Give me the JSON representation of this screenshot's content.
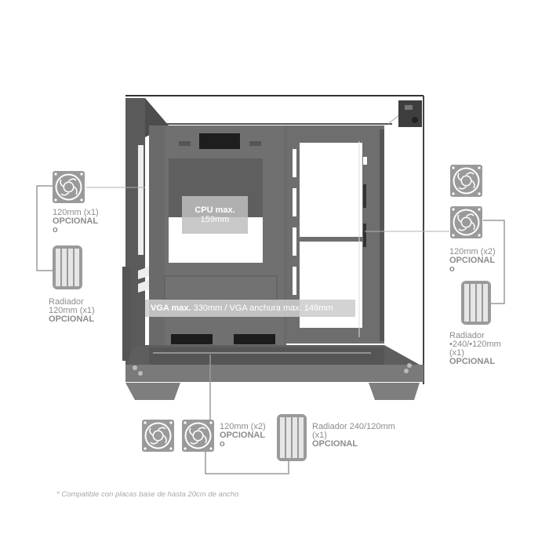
{
  "diagram": {
    "cpu_label": {
      "title": "CPU max.",
      "value": "159mm"
    },
    "vga_label": {
      "title": "VGA max.",
      "value": "330mm / VGA anchura max. 149mm"
    },
    "left_group": {
      "fan": {
        "size": "120mm (x1)",
        "status": "OPCIONAL",
        "suffix": "o",
        "icon": "fan-icon"
      },
      "radiator": {
        "line1": "Radiador",
        "line2": "120mm (x1)",
        "status": "OPCIONAL",
        "icon": "radiator-icon"
      }
    },
    "right_group": {
      "fan": {
        "size": "120mm (x2)",
        "status": "OPCIONAL",
        "suffix": "o",
        "icon": "fan-icon"
      },
      "radiator": {
        "line1": "Radiador",
        "line2": "•240/•120mm",
        "line3": "(x1)",
        "status": "OPCIONAL",
        "icon": "radiator-icon"
      }
    },
    "bottom_group": {
      "fan": {
        "size": "120mm (x2)",
        "status": "OPCIONAL",
        "suffix": "o",
        "icon": "fan-icon"
      },
      "radiator": {
        "line1": "Radiador 240/120mm",
        "line2": "(x1)",
        "status": "OPCIONAL",
        "icon": "radiator-icon"
      }
    },
    "footnote": "* Compatible con placas base de hasta 20cm de ancho"
  },
  "colors": {
    "icon_gray": "#9a9a9a",
    "label_gray": "#8c8c8c",
    "case_dark": "#4a4a4a",
    "case_mid": "#6b6b6b"
  }
}
